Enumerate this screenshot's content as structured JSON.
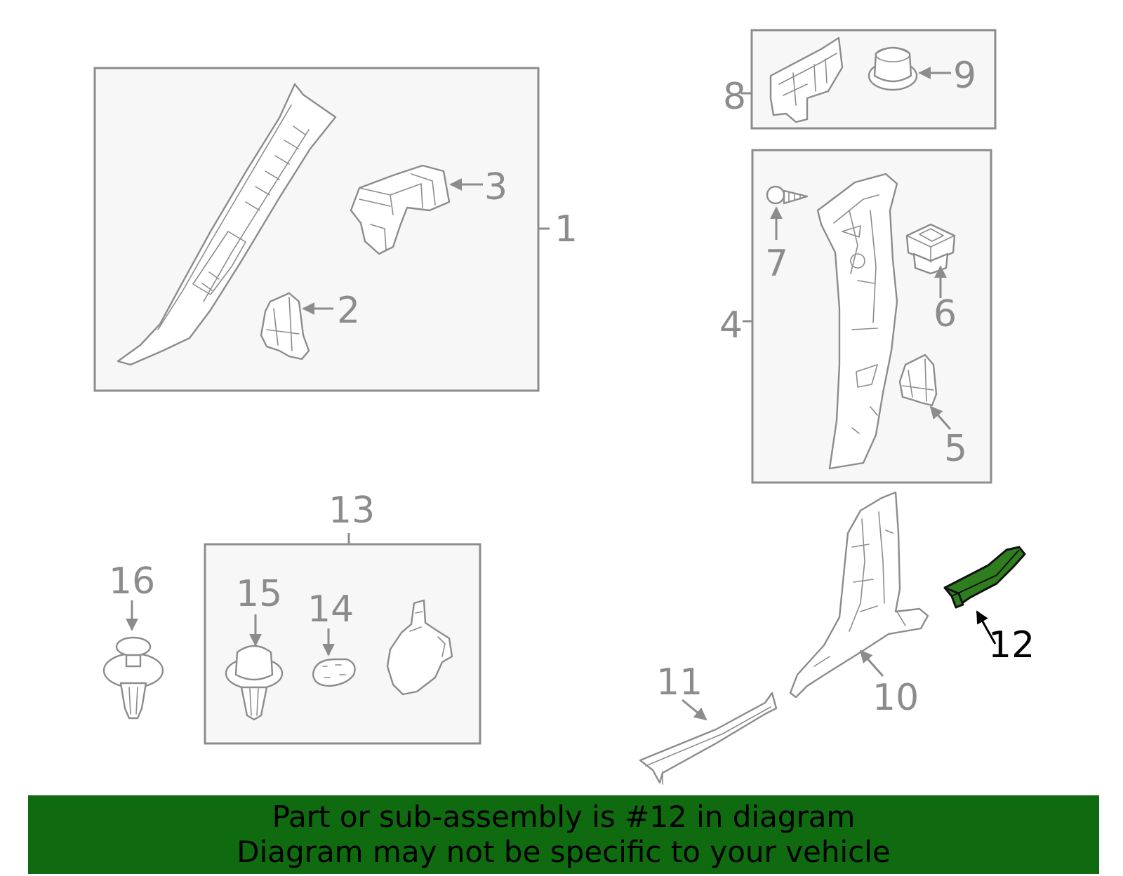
{
  "callouts": {
    "c1": "1",
    "c2": "2",
    "c3": "3",
    "c4": "4",
    "c5": "5",
    "c6": "6",
    "c7": "7",
    "c8": "8",
    "c9": "9",
    "c10": "10",
    "c11": "11",
    "c12": "12",
    "c13": "13",
    "c14": "14",
    "c15": "15",
    "c16": "16"
  },
  "highlight": {
    "part": "12",
    "color": "#2e7d1f"
  },
  "banner": {
    "line1": "Part or sub-assembly is #12 in diagram",
    "line2": "Diagram may not be specific to your vehicle",
    "color": "#0f6a10"
  },
  "colors": {
    "line": "#8c8c8c",
    "box_fill": "#f7f7f7"
  }
}
